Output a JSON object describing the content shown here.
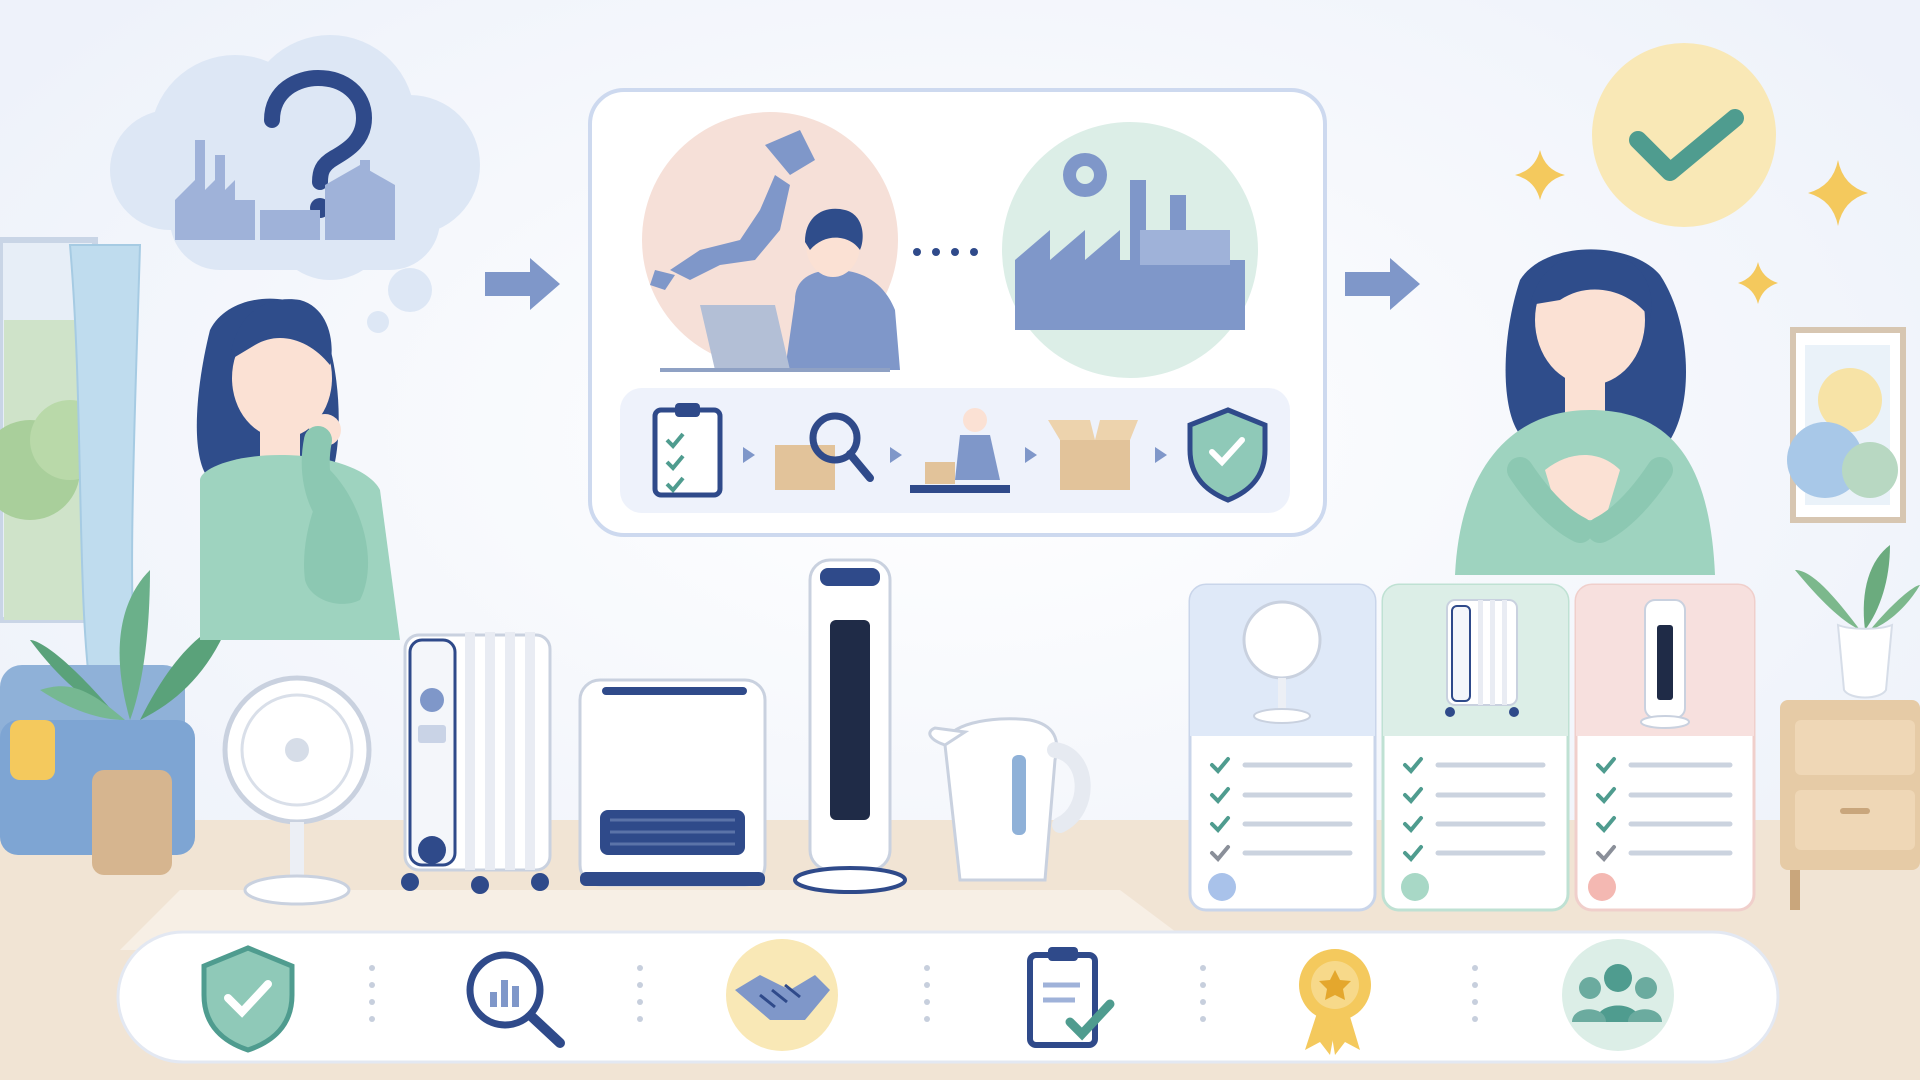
{
  "colors": {
    "background": "#f3f5fb",
    "floor": "#f1e4d4",
    "rug": "#f6efe6",
    "navy": "#2f4a8a",
    "blueGray": "#7f97c9",
    "teal": "#8fc9b8",
    "tealDark": "#4f9c8f",
    "peach": "#f6e0d8",
    "sky": "#dfe9f8",
    "mint": "#dceee7",
    "pink": "#f7e0de",
    "gold": "#f4c95d",
    "goldSoft": "#f9e8b6",
    "hair": "#2f4d8b",
    "skin": "#fbe1d4"
  },
  "scene": {
    "thought_bubble": {
      "icon": "question-mark-icon",
      "content": "factories"
    },
    "process_panel": {
      "top": [
        "japan-map-icon",
        "person-at-laptop-icon",
        "dotted-connector-icon",
        "factory-icon"
      ],
      "steps": [
        "clipboard-checklist-icon",
        "box-inspection-icon",
        "worker-packing-icon",
        "open-box-icon",
        "shield-check-icon"
      ]
    },
    "products": [
      "table-fan-icon",
      "oil-heater-icon",
      "ceramic-heater-icon",
      "tower-fan-icon",
      "electric-kettle-icon"
    ],
    "comparison_cards": [
      {
        "product": "table-fan-icon",
        "tone": "sky",
        "checks": 4
      },
      {
        "product": "oil-heater-icon",
        "tone": "mint",
        "checks": 4
      },
      {
        "product": "tower-fan-icon",
        "tone": "pink",
        "checks": 4
      }
    ],
    "benefit_icons": [
      "shield-check-icon",
      "chart-magnifier-icon",
      "handshake-icon",
      "clipboard-check-icon",
      "award-ribbon-icon",
      "team-people-icon"
    ]
  }
}
